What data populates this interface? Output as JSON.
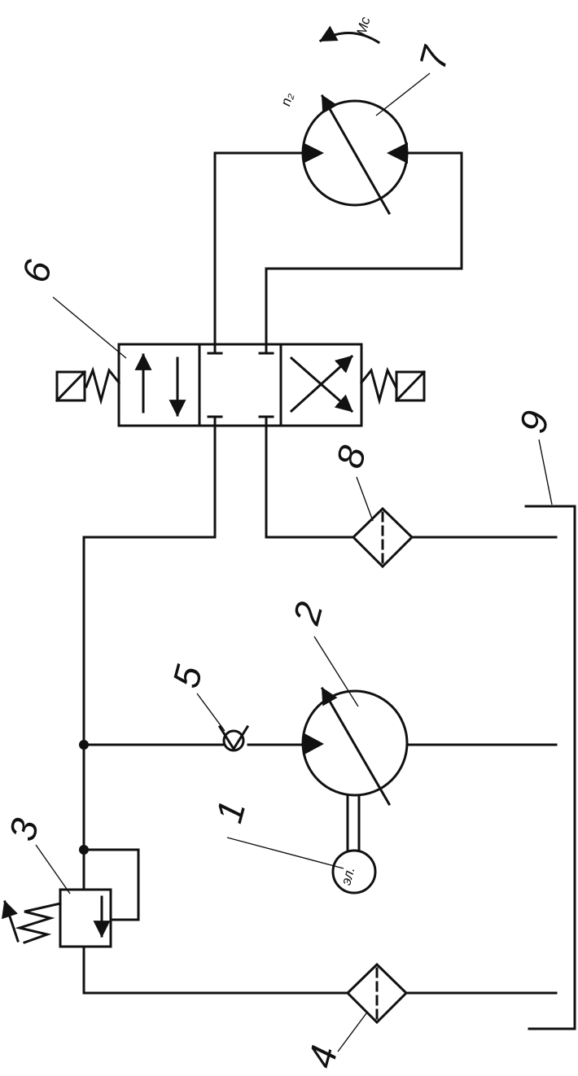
{
  "labels": {
    "pump_motor": "1",
    "pump": "2",
    "relief_valve": "3",
    "return_filter": "4",
    "check_valve": "5",
    "directional_valve": "6",
    "hydraulic_motor": "7",
    "drain_filter": "8",
    "tank": "9"
  },
  "annotations": {
    "electric_motor": "эл.",
    "motor_speed": "n₂",
    "load_torque": "Mс"
  }
}
